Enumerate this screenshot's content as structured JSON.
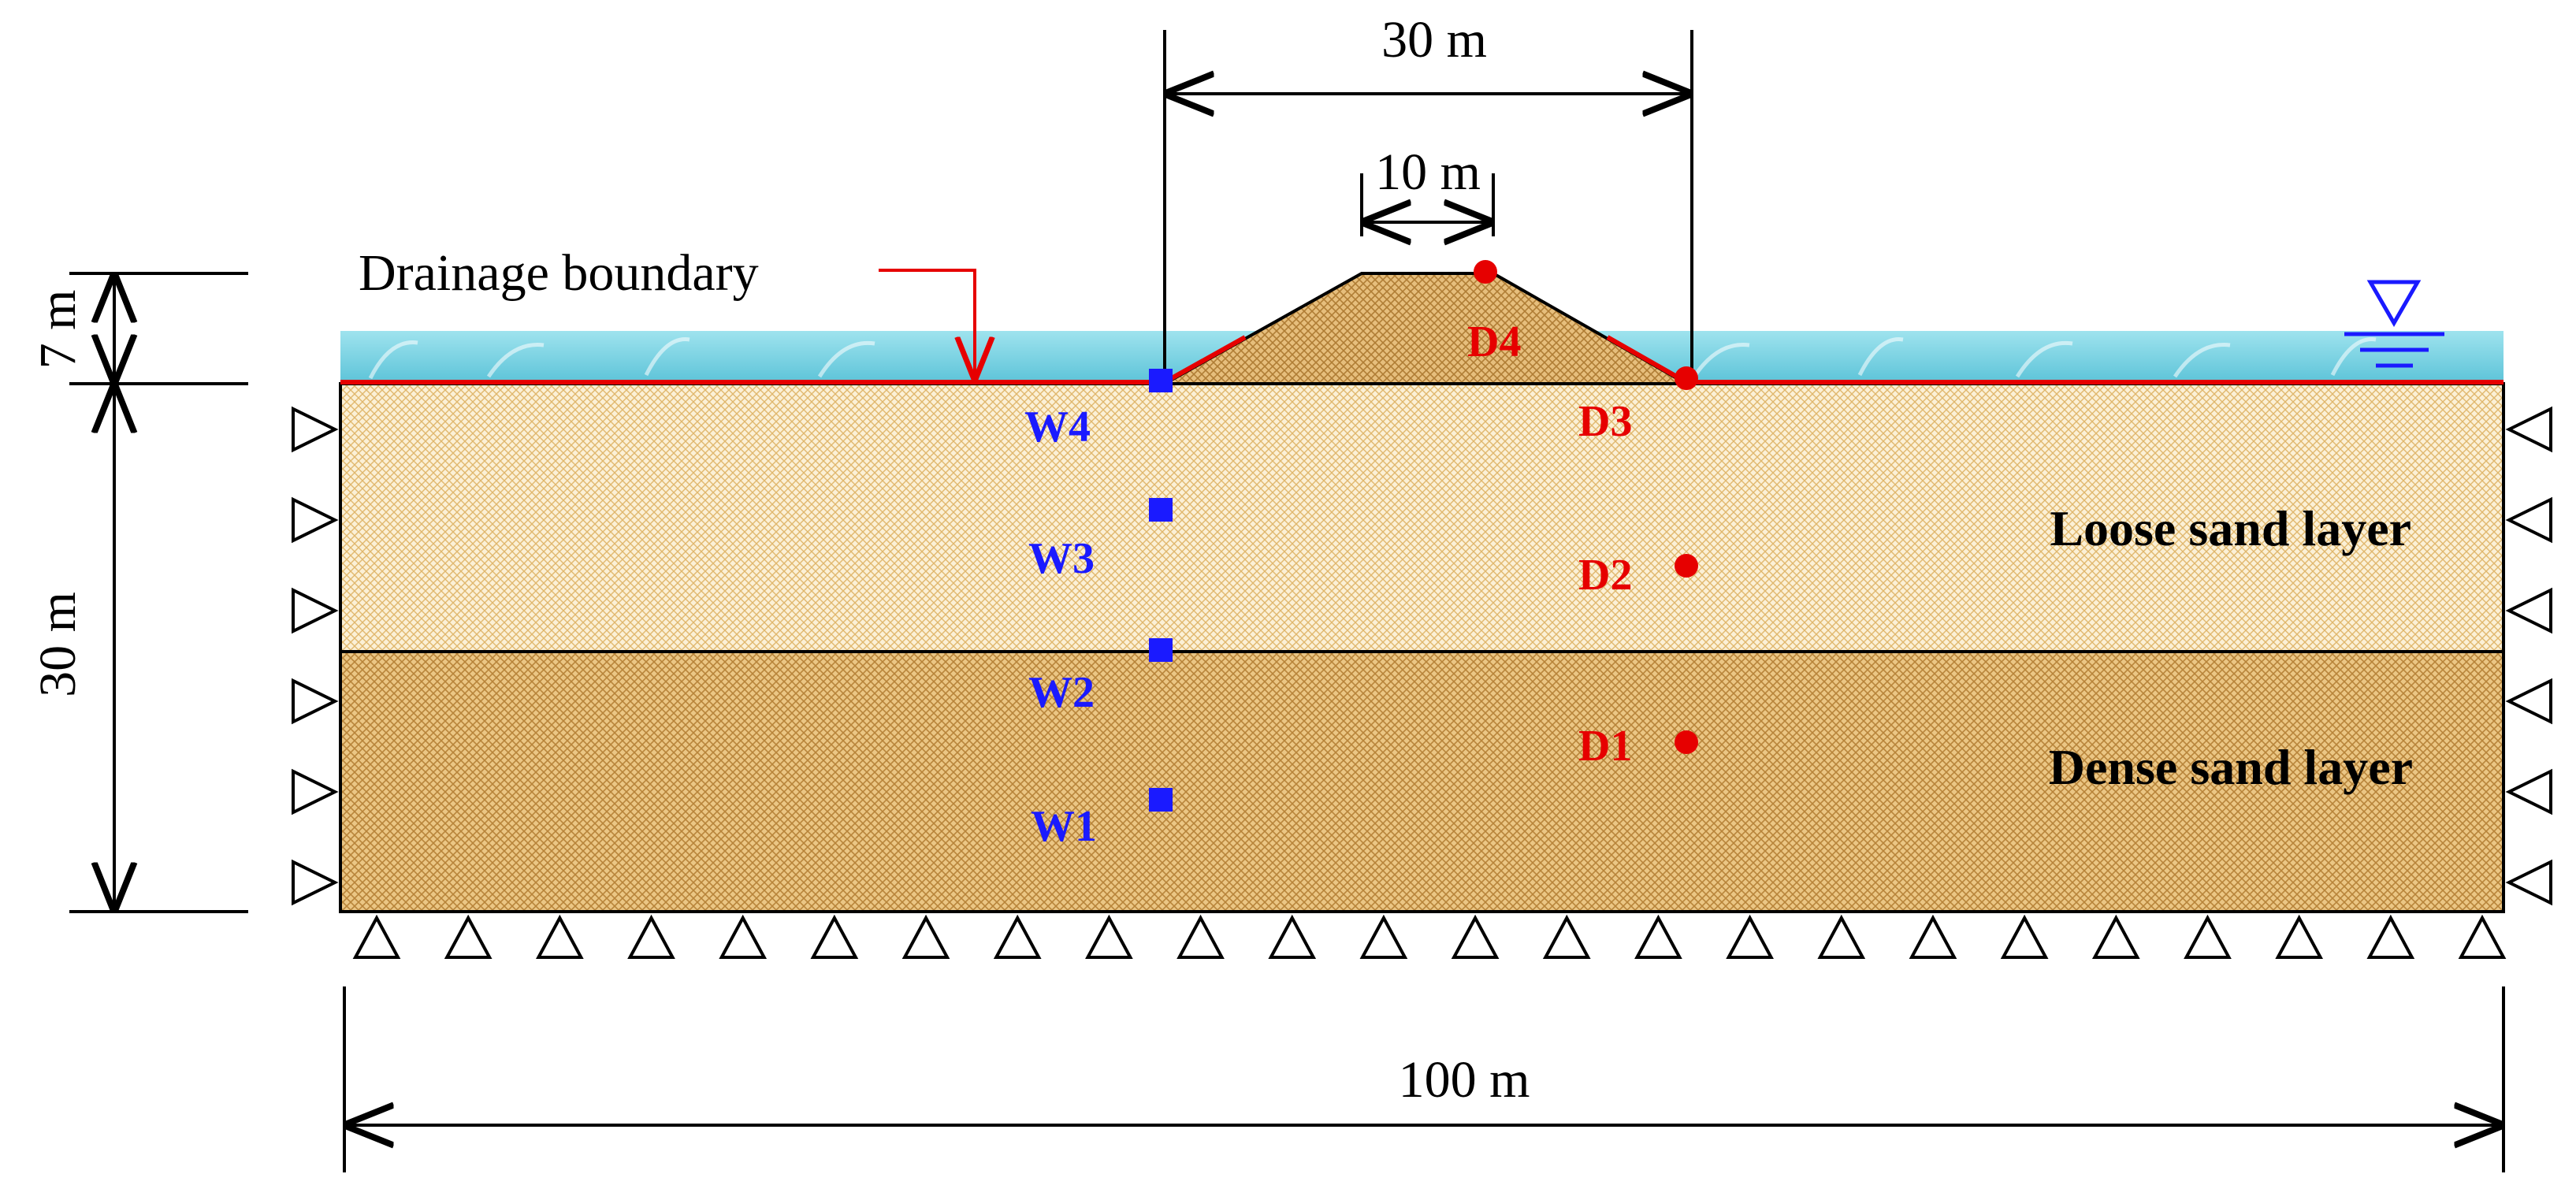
{
  "dimensions": {
    "crest_width": "10 m",
    "base_width": "30 m",
    "water_depth": "7 m",
    "soil_depth": "30 m",
    "total_width": "100 m"
  },
  "annotations": {
    "drainage_boundary": "Drainage boundary"
  },
  "layers": {
    "loose": "Loose sand layer",
    "dense": "Dense sand layer"
  },
  "water_monitors": [
    "W1",
    "W2",
    "W3",
    "W4"
  ],
  "displacement_monitors": [
    "D1",
    "D2",
    "D3",
    "D4"
  ],
  "colors": {
    "soil_loose": "#f7e8c8",
    "soil_dense": "#e8c07a",
    "embankment": "#e3b873",
    "water": "#7fd3e3",
    "drainage": "#e60000",
    "water_point": "#1a1aff",
    "displacement_point": "#e60000"
  }
}
